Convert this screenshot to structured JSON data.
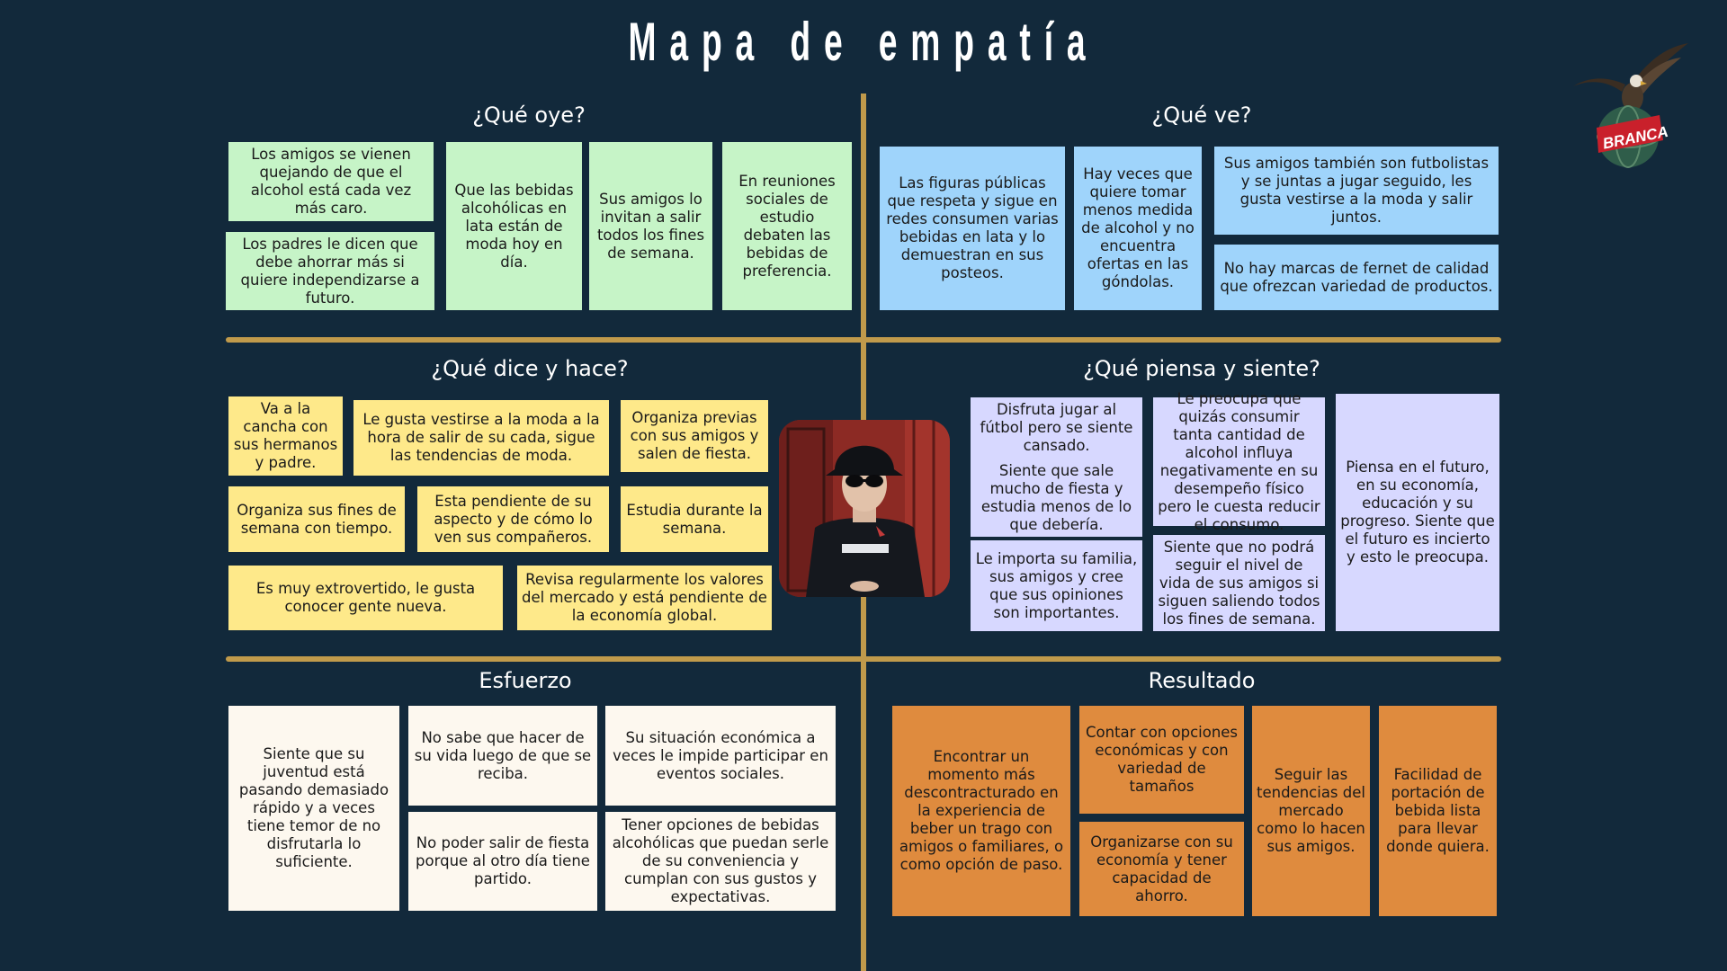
{
  "title": "Mapa de empatía",
  "colors": {
    "background": "#12293b",
    "divider": "#c09a4b",
    "oye": "#c6f4c7",
    "ve": "#9fd4fb",
    "dice": "#fee98a",
    "piensa": "#d7d8ff",
    "esfuerzo": "#fdf8ef",
    "resultado": "#df8b3e"
  },
  "logo": {
    "text": "BRANCA",
    "icon": "eagle-on-globe-logo"
  },
  "persona": {
    "icon": "person-photo"
  },
  "oye": {
    "title": "¿Qué oye?",
    "notes": [
      "Los amigos se vienen quejando de que el alcohol está cada vez más caro.",
      "Los padres le dicen que debe ahorrar más si quiere independizarse a futuro.",
      "Que las bebidas alcohólicas en lata están de moda hoy en día.",
      "Sus amigos lo invitan a salir todos los fines de semana.",
      "En reuniones sociales de estudio debaten las bebidas de preferencia."
    ]
  },
  "ve": {
    "title": "¿Qué ve?",
    "notes": [
      "Las figuras públicas que respeta y sigue en redes consumen varias bebidas en lata y lo demuestran en sus posteos.",
      "Hay veces que quiere tomar menos medida de alcohol y no encuentra ofertas en las góndolas.",
      "Sus amigos también son futbolistas y se juntas a jugar seguido, les gusta vestirse a la moda y salir juntos.",
      "No hay marcas de fernet de calidad que ofrezcan variedad de productos."
    ]
  },
  "dice": {
    "title": "¿Qué dice y hace?",
    "notes": [
      "Va a la cancha con sus hermanos y padre.",
      "Le gusta vestirse a la moda a la hora de salir de su cada, sigue las tendencias de moda.",
      "Organiza previas con sus amigos y salen de fiesta.",
      "Organiza sus fines de semana con tiempo.",
      "Esta pendiente de su aspecto y de cómo lo ven sus compañeros.",
      "Estudia durante la semana.",
      "Es muy extrovertido, le gusta conocer gente nueva.",
      "Revisa regularmente los valores del mercado y está pendiente de la economía global."
    ]
  },
  "piensa": {
    "title": "¿Qué piensa y siente?",
    "notes": [
      "Disfruta jugar al fútbol pero se siente cansado.",
      "Siente que sale mucho de fiesta y estudia menos de lo que debería.",
      "Le preocupa que quizás consumir tanta cantidad de alcohol influya negativamente en su desempeño físico pero le cuesta reducir el consumo.",
      "Piensa en el futuro, en su economía, educación y su progreso. Siente que el futuro es incierto y esto le preocupa.",
      "Le importa su familia, sus amigos y cree que sus opiniones son importantes.",
      "Siente que no podrá seguir el nivel de vida de sus amigos si siguen saliendo todos los fines de semana."
    ]
  },
  "esfuerzo": {
    "title": "Esfuerzo",
    "notes": [
      "Siente que su juventud está pasando demasiado rápido y a veces tiene temor de no disfrutarla lo suficiente.",
      "No sabe que hacer de su vida luego de que se reciba.",
      "Su situación económica a veces le impide participar en eventos sociales.",
      "No poder salir de fiesta porque al otro día tiene partido.",
      "Tener opciones de bebidas alcohólicas que puedan serle de su conveniencia y cumplan con sus gustos y expectativas."
    ]
  },
  "resultado": {
    "title": "Resultado",
    "notes": [
      "Encontrar un momento más descontracturado en la experiencia de beber un trago con amigos o familiares, o como opción de paso.",
      "Contar con opciones económicas y con variedad de tamaños",
      "Organizarse con su economía y tener capacidad de ahorro.",
      "Seguir las tendencias del mercado como lo hacen sus amigos.",
      "Facilidad de portación de bebida lista para llevar donde quiera."
    ]
  }
}
